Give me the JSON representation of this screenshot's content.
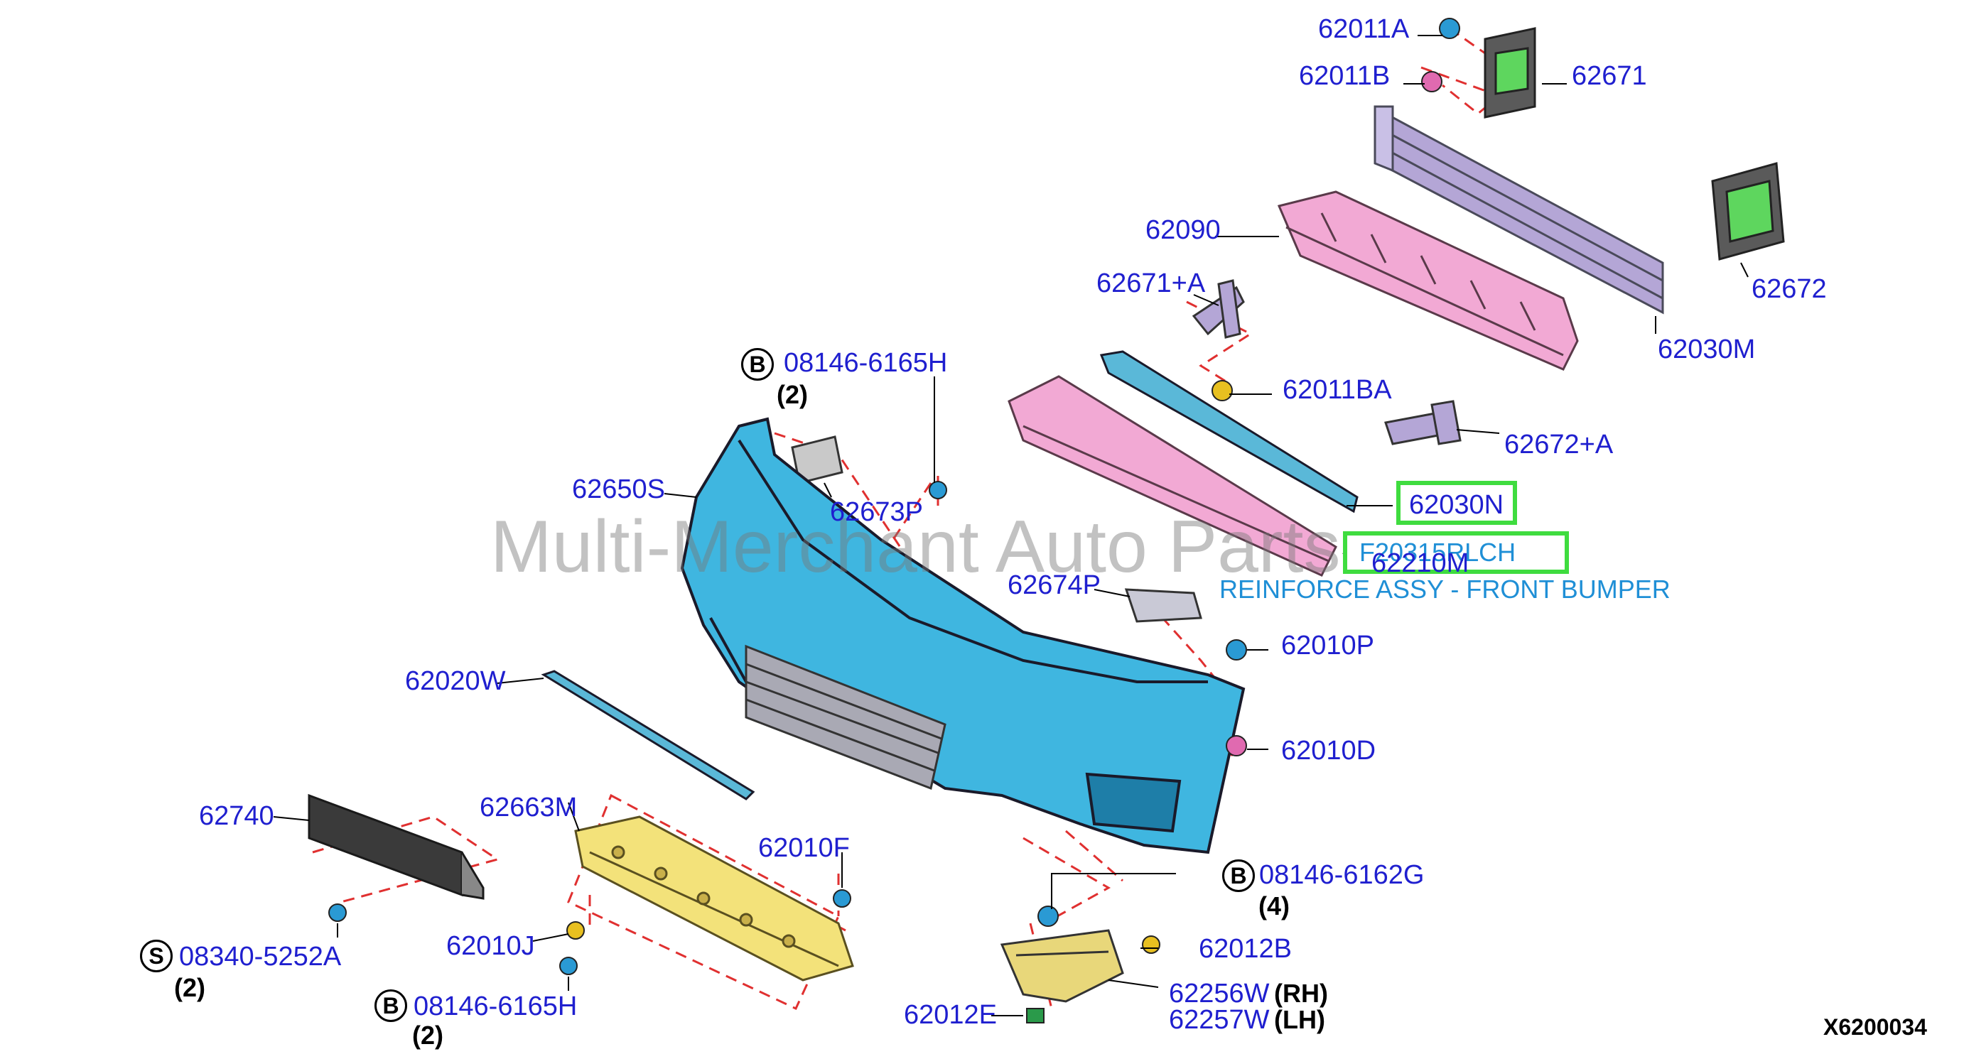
{
  "watermark": "Multi-Merchant Auto Parts",
  "diagram_code": "X6200034",
  "highlight": {
    "part": "62030N",
    "sku": "F20315RLCH",
    "description": "REINFORCE ASSY - FRONT BUMPER"
  },
  "labels": {
    "p62011A": "62011A",
    "p62011B": "62011B",
    "p62671": "62671",
    "p62090": "62090",
    "p62672": "62672",
    "p62671A": "62671+A",
    "p62030M": "62030M",
    "p08146_6165H_top": "08146-6165H",
    "p62011BA": "62011BA",
    "p62672A": "62672+A",
    "p62650S": "62650S",
    "p62673P": "62673P",
    "p62030N": "62030N",
    "p62210M": "62210M",
    "p62674P": "62674P",
    "p62010P": "62010P",
    "p62020W": "62020W",
    "p62010D": "62010D",
    "p62740": "62740",
    "p62663M": "62663M",
    "p62010F": "62010F",
    "p08146_6162G": "08146-6162G",
    "p62010J": "62010J",
    "p62012B": "62012B",
    "p08340_5252A": "08340-5252A",
    "p62256W": "62256W",
    "p62257W": "62257W",
    "p08146_6165H_bot": "08146-6165H",
    "p62012E": "62012E"
  },
  "qty": {
    "top_bolt": "(2)",
    "clip_6162G": "(4)",
    "screw_5252A": "(2)",
    "bolt_bottom": "(2)"
  },
  "side": {
    "rh": "(RH)",
    "lh": "(LH)"
  },
  "badges": {
    "b1": "B",
    "b2": "B",
    "b3": "B",
    "s1": "S"
  },
  "colors": {
    "label": "#1f1fcf",
    "highlight_box": "#3fdc3f",
    "highlight_text": "#1f8fd6",
    "bumper_fascia": "#3fb6e0",
    "absorber_pink": "#f2a9d4",
    "beam_lavender": "#b4a6d6",
    "undercover_yellow": "#f3e27a",
    "grille_gray": "#a9a9b4",
    "bracket_green": "#5ed65e",
    "leader_red": "#e03030"
  }
}
